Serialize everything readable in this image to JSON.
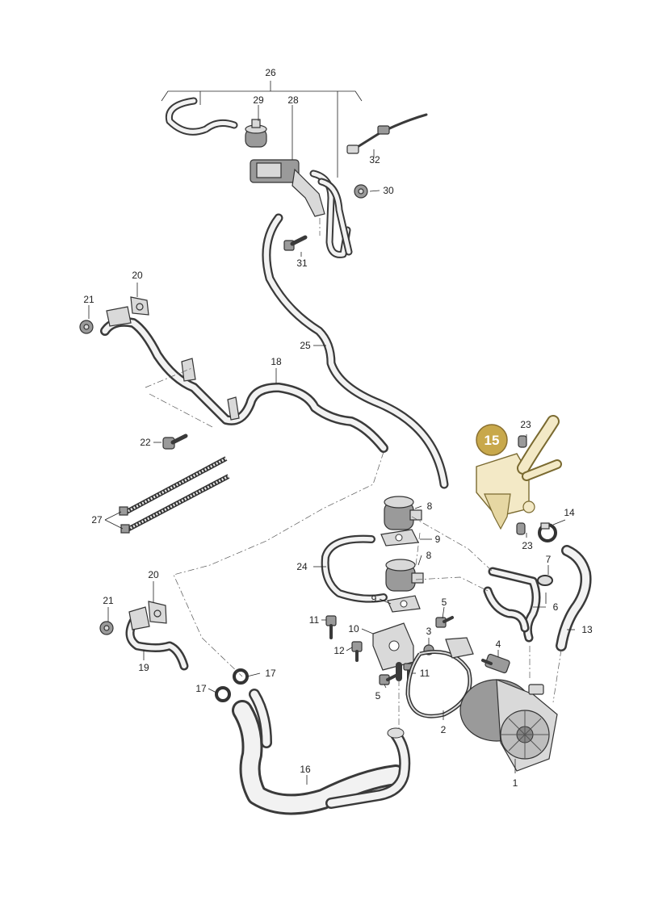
{
  "highlight": {
    "number": "15",
    "color": "#c8a84b"
  },
  "labels": {
    "l1": "1",
    "l2": "2",
    "l3": "3",
    "l4": "4",
    "l5a": "5",
    "l5b": "5",
    "l6": "6",
    "l7": "7",
    "l8a": "8",
    "l8b": "8",
    "l9a": "9",
    "l9b": "9",
    "l10": "10",
    "l11a": "11",
    "l11b": "11",
    "l12": "12",
    "l13": "13",
    "l14": "14",
    "l16": "16",
    "l17a": "17",
    "l17b": "17",
    "l18": "18",
    "l19": "19",
    "l20a": "20",
    "l20b": "20",
    "l21a": "21",
    "l21b": "21",
    "l22": "22",
    "l23a": "23",
    "l23b": "23",
    "l24": "24",
    "l25": "25",
    "l26": "26",
    "l27": "27",
    "l28": "28",
    "l29": "29",
    "l30": "30",
    "l31": "31",
    "l32": "32"
  }
}
